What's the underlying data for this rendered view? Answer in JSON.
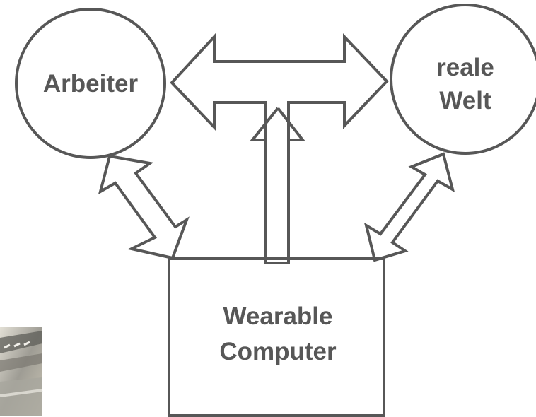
{
  "nodes": {
    "arbeiter": {
      "label": "Arbeiter"
    },
    "reale_welt": {
      "line1": "reale",
      "line2": "Welt"
    },
    "wearable_computer": {
      "line1": "Wearable",
      "line2": "Computer"
    }
  },
  "colors": {
    "outline": "#575757",
    "text": "#575757",
    "background": "#ffffff"
  }
}
